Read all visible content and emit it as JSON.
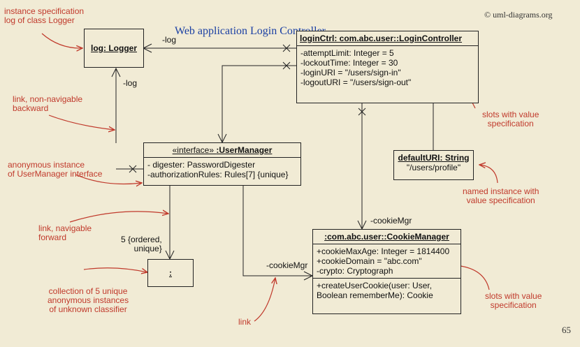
{
  "title": "Web application Login Controller",
  "copyright": "© uml-diagrams.org",
  "page_number": "65",
  "colors": {
    "background": "#f1ebd5",
    "annotation": "#c0392b",
    "title": "#1a3fa3",
    "line": "#222222"
  },
  "logger": {
    "name": "log: Logger"
  },
  "login_controller": {
    "name": "loginCtrl: com.abc.user::LoginController",
    "slots": [
      "-attemptLimit: Integer = 5",
      "-lockoutTime: Integer = 30",
      "-loginURI = \"/users/sign-in\"",
      "-logoutURI = \"/users/sign-out\""
    ]
  },
  "user_manager": {
    "stereotype": "«interface»",
    "name": ":UserManager",
    "slots": [
      "- digester: PasswordDigester",
      "-authorizationRules: Rules[7] {unique}"
    ]
  },
  "default_uri": {
    "name": "defaultURI: String",
    "value": "\"/users/profile\""
  },
  "cookie_manager": {
    "name": ":com.abc.user::CookieManager",
    "slots": [
      "+cookieMaxAge: Integer = 1814400",
      "+cookieDomain = \"abc.com\"",
      "-crypto: Cryptograph"
    ],
    "operations": [
      "+createUserCookie(user: User,",
      "Boolean rememberMe): Cookie"
    ]
  },
  "collection": {
    "name": ":"
  },
  "labels": {
    "log1": "-log",
    "log2": "-log",
    "cookie_mgr1": "-cookieMgr",
    "cookie_mgr2": "-cookieMgr",
    "multiplicity": [
      "5 {ordered,",
      "unique}"
    ]
  },
  "annotations": {
    "instance_spec": [
      "instance specification",
      "log of class Logger"
    ],
    "non_navigable": [
      "link, non-navigable",
      "backward"
    ],
    "anonymous_instance": [
      "anonymous instance",
      "of UserManager interface"
    ],
    "navigable": [
      "link, navigable",
      "forward"
    ],
    "collection": [
      "collection of 5 unique",
      "anonymous instances",
      "of unknown classifier"
    ],
    "link": "link",
    "slots1": [
      "slots with value",
      "specification"
    ],
    "named_instance": [
      "named instance with",
      "value specification"
    ],
    "slots2": [
      "slots with value",
      "specification"
    ]
  }
}
